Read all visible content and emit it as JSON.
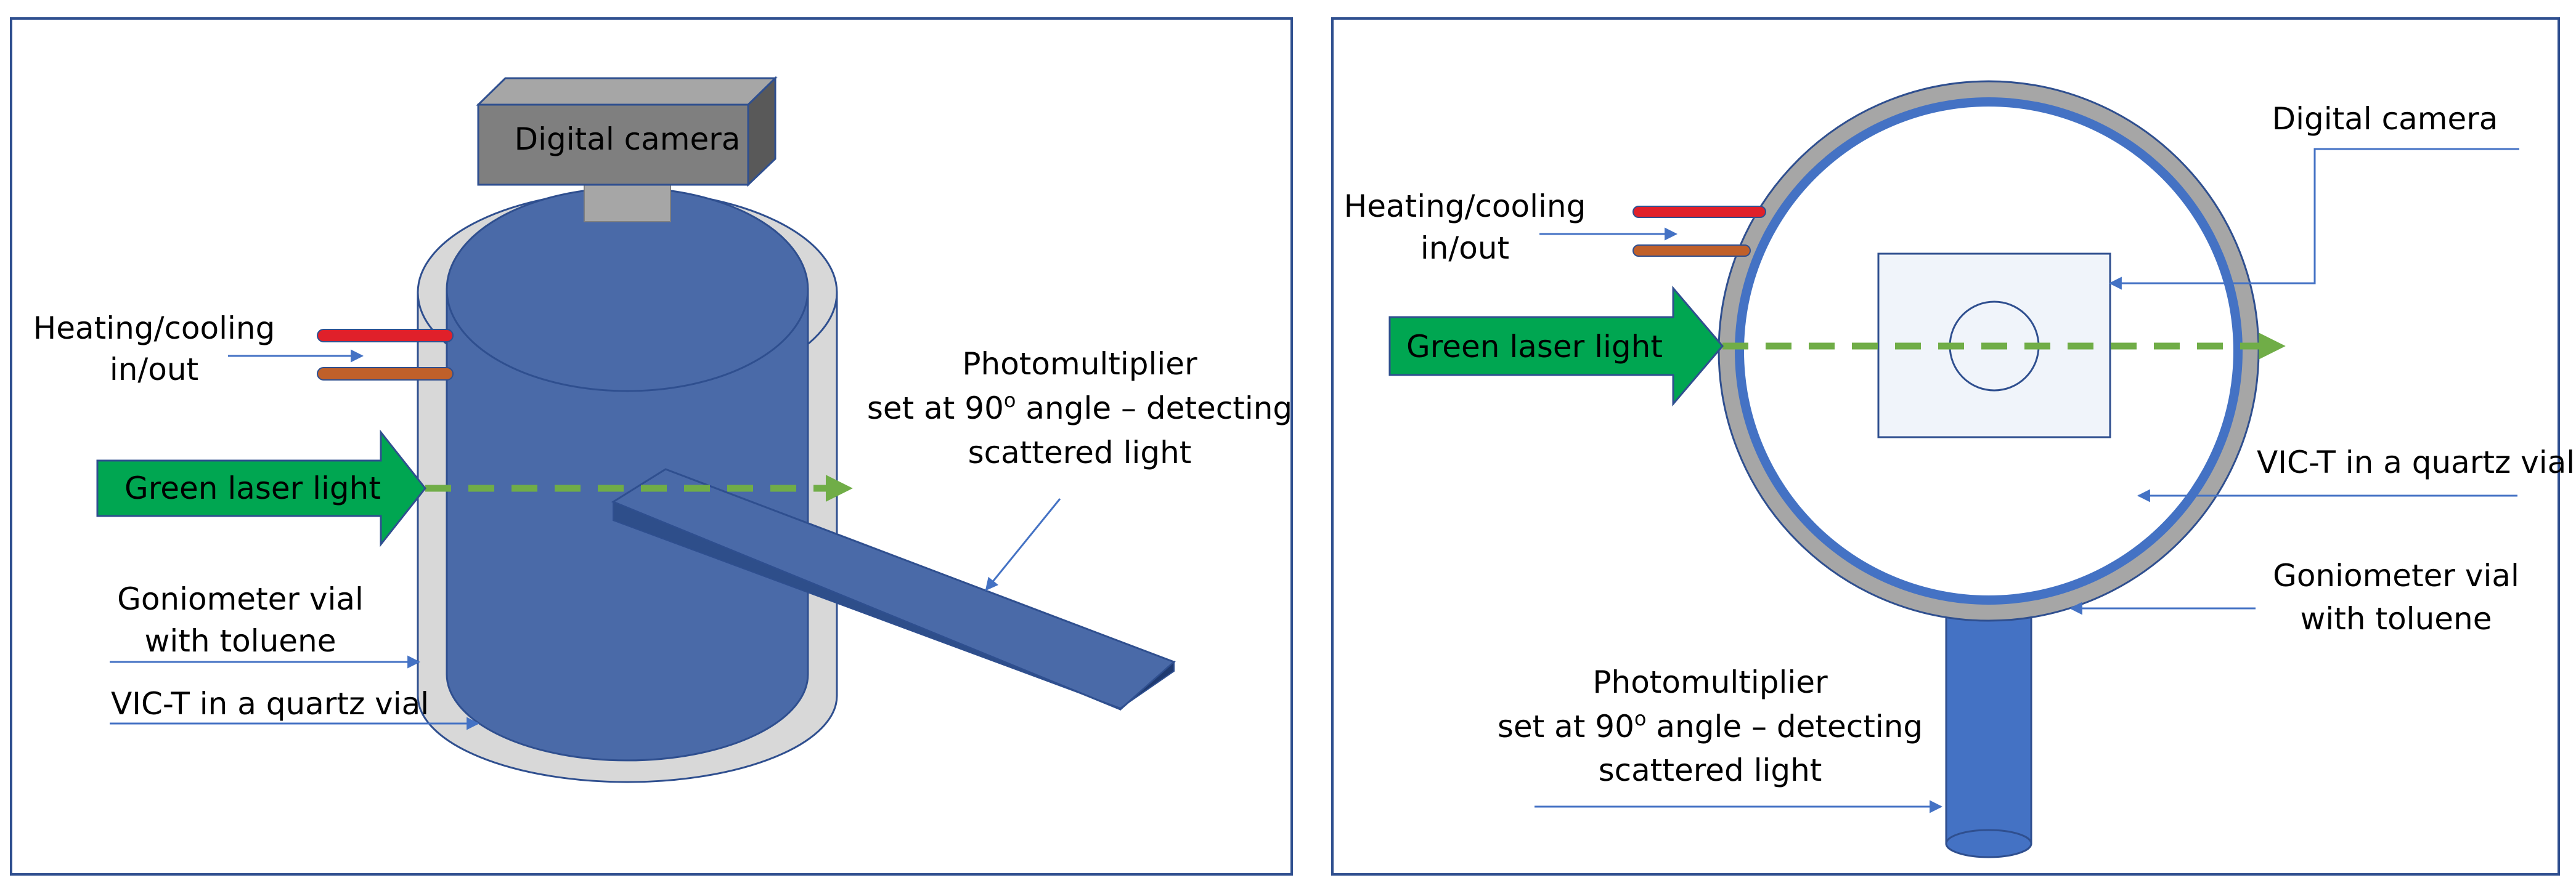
{
  "left_panel": {
    "camera_label": "Digital camera",
    "heating_label_line1": "Heating/cooling",
    "heating_label_line2": "in/out",
    "laser_label": "Green laser light",
    "goniometer_label_line1": "Goniometer vial",
    "goniometer_label_line2": "with toluene",
    "vict_label": "VIC-T in a quartz vial",
    "pm_label_line1": "Photomultiplier",
    "pm_label_line2_pre": "set at 90",
    "pm_label_line2_sup": "o",
    "pm_label_line2_post": " angle – detecting",
    "pm_label_line3": "scattered light"
  },
  "right_panel": {
    "camera_label": "Digital camera",
    "heating_label_line1": "Heating/cooling",
    "heating_label_line2": "in/out",
    "laser_label": "Green laser light",
    "vict_label": "VIC-T in a quartz vial",
    "goniometer_label_line1": "Goniometer vial",
    "goniometer_label_line2": "with toluene",
    "pm_label_line1": "Photomultiplier",
    "pm_label_line2_pre": "set at 90",
    "pm_label_line2_sup": "o",
    "pm_label_line2_post": " angle – detecting",
    "pm_label_line3": "scattered light"
  },
  "colors": {
    "panel_border": "#2f4f8f",
    "vial_blue": "#4a6aa8",
    "vial_blue_dark": "#2e4e8a",
    "outer_vial_gray": "#d8d8d8",
    "camera_gray": "#7f7f7f",
    "laser_green": "#00a651",
    "beam_green": "#70ad47",
    "pointer_line": "#4472c4",
    "tube_red": "#e0202a",
    "tube_orange": "#c0602a"
  }
}
